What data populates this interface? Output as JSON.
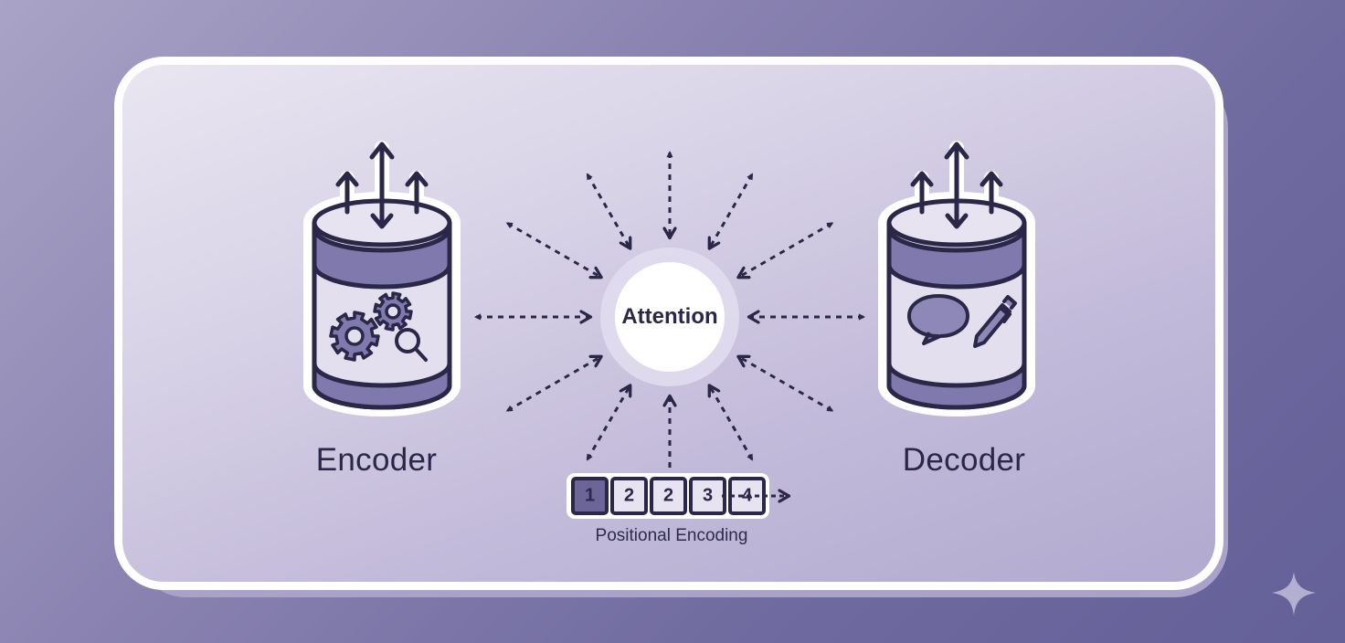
{
  "diagram": {
    "title": "Transformer Encoder–Decoder with Attention",
    "nodes": {
      "encoder": {
        "label": "Encoder",
        "icons": [
          "gears-icon",
          "magnifier-icon"
        ]
      },
      "decoder": {
        "label": "Decoder",
        "icons": [
          "speech-bubble-icon",
          "pencil-icon"
        ]
      },
      "attention": {
        "label": "Attention"
      },
      "positional_encoding": {
        "label": "Positional Encoding",
        "tokens": [
          "1",
          "2",
          "2",
          "3",
          "4"
        ],
        "highlighted_index": 0
      }
    },
    "edges": [
      {
        "from": "encoder",
        "to": "attention",
        "style": "dashed",
        "bidirectional": true
      },
      {
        "from": "attention",
        "to": "decoder",
        "style": "dashed",
        "bidirectional": true
      },
      {
        "from": "positional_encoding",
        "to": "attention",
        "style": "dashed",
        "bidirectional": false
      }
    ],
    "attention_rays": 12,
    "colors": {
      "ink": "#2a2748",
      "band": "#7f79ad",
      "cylinder_body": "#e3dfee",
      "background": "#6f6a9f",
      "card": "#d7d1e6",
      "highlight_token": "#6c6698"
    },
    "watermark_icon": "sparkle-icon"
  }
}
